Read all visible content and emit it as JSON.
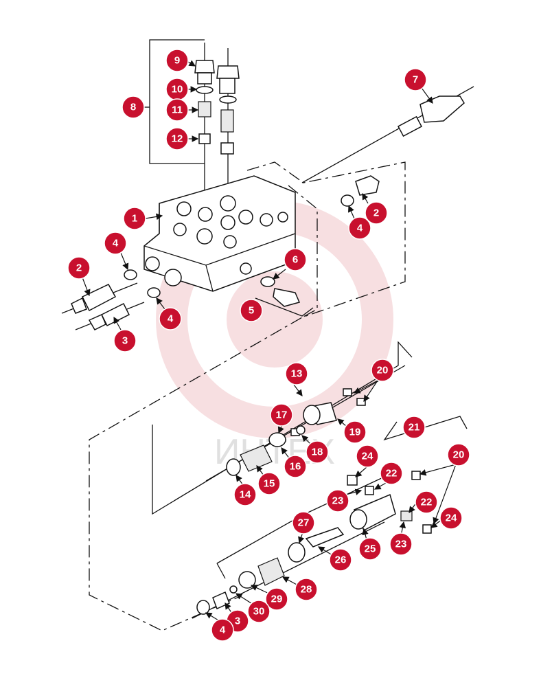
{
  "watermark": {
    "text": "ИНТЕХ",
    "color": "#e8b5ba"
  },
  "colors": {
    "callout_fill": "#c8102e",
    "callout_text": "#ffffff",
    "line": "#111111"
  },
  "callouts": [
    "9",
    "10",
    "11",
    "12",
    "8",
    "7",
    "1",
    "2",
    "4",
    "2",
    "4",
    "6",
    "5",
    "4",
    "2",
    "3",
    "13",
    "20",
    "17",
    "19",
    "18",
    "16",
    "15",
    "14",
    "21",
    "24",
    "20",
    "22",
    "23",
    "22",
    "24",
    "23",
    "27",
    "25",
    "26",
    "28",
    "29",
    "30",
    "3",
    "4"
  ]
}
